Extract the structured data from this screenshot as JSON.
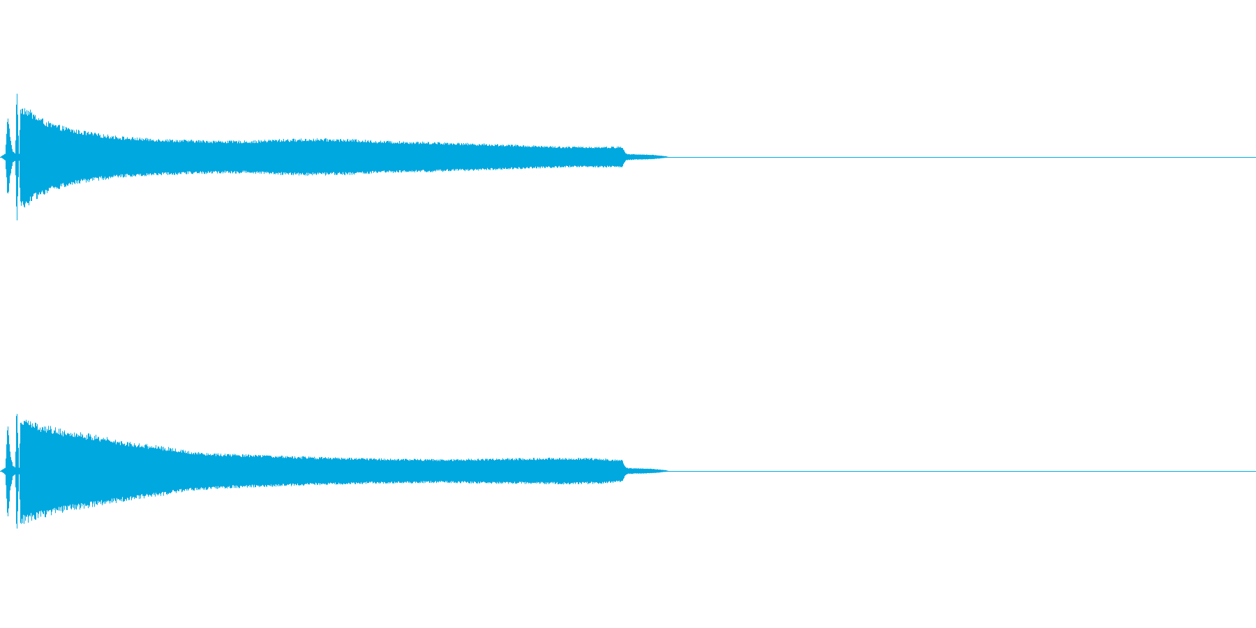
{
  "colors": {
    "background": "#ffffff",
    "waveform": "#00a8e0"
  },
  "chart_data": {
    "type": "waveform",
    "channels": 2,
    "amplitude_range": [
      -1,
      1
    ],
    "grid": false,
    "legend": "none",
    "time_range": [
      0,
      1
    ],
    "series": [
      {
        "envelope": {
          "t": [
            0.0,
            0.004,
            0.006,
            0.008,
            0.01,
            0.012,
            0.013,
            0.015,
            0.016,
            0.02,
            0.03,
            0.04,
            0.06,
            0.08,
            0.1,
            0.12,
            0.15,
            0.18,
            0.2,
            0.22,
            0.25,
            0.28,
            0.3,
            0.35,
            0.4,
            0.45,
            0.48,
            0.495,
            0.498,
            0.5,
            0.52,
            0.53,
            0.532,
            1.0
          ],
          "amplitude": [
            0.0,
            0.05,
            0.6,
            0.25,
            0.08,
            0.05,
            1.0,
            0.05,
            0.7,
            0.68,
            0.55,
            0.46,
            0.37,
            0.31,
            0.27,
            0.25,
            0.23,
            0.22,
            0.22,
            0.24,
            0.25,
            0.24,
            0.22,
            0.2,
            0.17,
            0.14,
            0.14,
            0.14,
            0.05,
            0.04,
            0.03,
            0.01,
            0.0,
            0.0
          ]
        }
      },
      {
        "envelope": {
          "t": [
            0.0,
            0.004,
            0.006,
            0.008,
            0.01,
            0.012,
            0.013,
            0.015,
            0.016,
            0.02,
            0.03,
            0.05,
            0.08,
            0.1,
            0.13,
            0.15,
            0.17,
            0.2,
            0.25,
            0.3,
            0.35,
            0.4,
            0.45,
            0.48,
            0.495,
            0.498,
            0.5,
            0.52,
            0.53,
            0.532,
            1.0
          ],
          "amplitude": [
            0.0,
            0.05,
            0.7,
            0.25,
            0.08,
            0.05,
            1.0,
            0.05,
            0.72,
            0.7,
            0.64,
            0.56,
            0.47,
            0.4,
            0.33,
            0.27,
            0.24,
            0.22,
            0.19,
            0.17,
            0.16,
            0.17,
            0.18,
            0.17,
            0.15,
            0.05,
            0.04,
            0.03,
            0.01,
            0.0,
            0.0
          ]
        }
      }
    ]
  }
}
